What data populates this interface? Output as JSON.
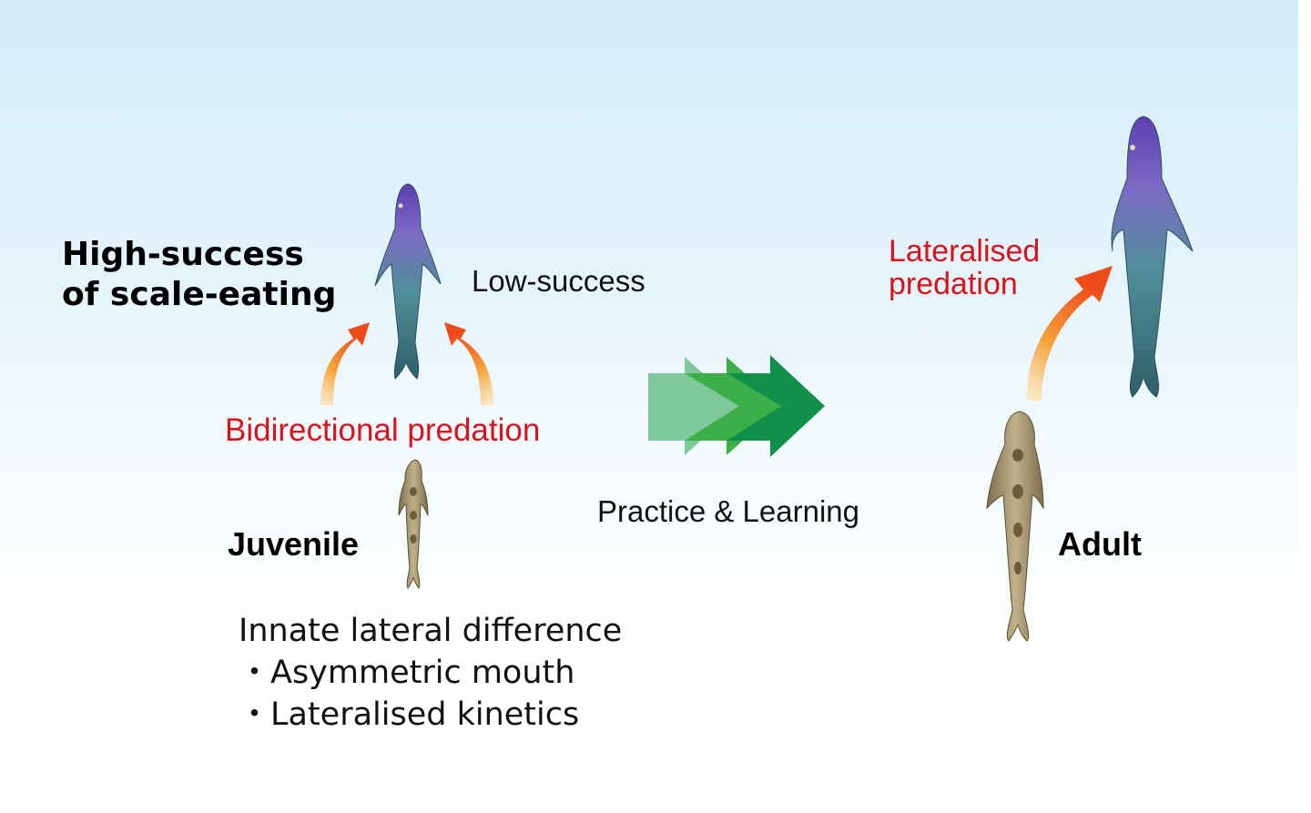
{
  "labels": {
    "high_success_line1": "High-success",
    "high_success_line2": "of scale-eating",
    "low_success": "Low-success",
    "bidirectional": "Bidirectional predation",
    "juvenile": "Juvenile",
    "innate_title": "Innate lateral difference",
    "innate_item1": "・Asymmetric mouth",
    "innate_item2": "・Lateralised kinetics",
    "practice": "Practice & Learning",
    "lateralised_line1": "Lateralised",
    "lateralised_line2": "predation",
    "adult": "Adult"
  },
  "colors": {
    "highlight_red": "#d7141c",
    "arrow_orange": "#f06a1e",
    "chevron_light": "#7fc89c",
    "chevron_mid": "#3daf48",
    "chevron_dark": "#11904a",
    "fish_purple": "#6a50b8",
    "fish_teal": "#3f8c8a",
    "fish_brown": "#9a8a62"
  },
  "icons": [
    "scale-eater-fish-icon",
    "juvenile-fish-icon",
    "curved-arrow-icon",
    "chevron-arrows-icon"
  ]
}
